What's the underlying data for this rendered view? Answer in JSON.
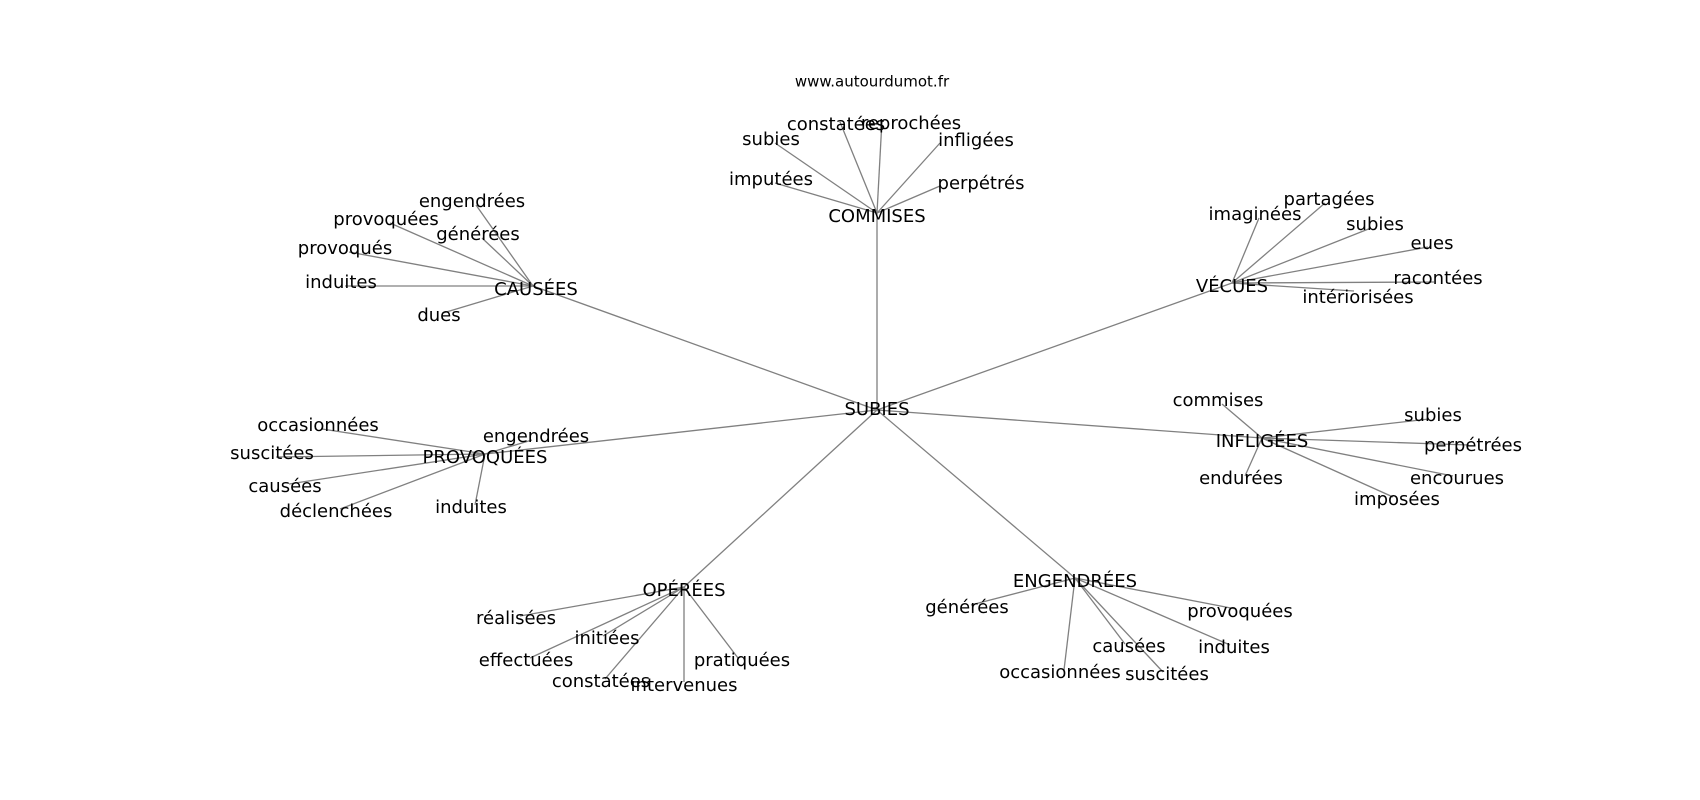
{
  "source": "www.autourdumot.fr",
  "center": "SUBIES",
  "clusters": [
    {
      "hub": "COMMISES",
      "leaves": [
        "constatées",
        "reprochées",
        "subies",
        "infligées",
        "imputées",
        "perpétrés"
      ]
    },
    {
      "hub": "CAUSÉES",
      "leaves": [
        "engendrées",
        "provoquées",
        "générées",
        "provoqués",
        "induites",
        "dues"
      ]
    },
    {
      "hub": "VÉCUES",
      "leaves": [
        "partagées",
        "imaginées",
        "subies",
        "eues",
        "racontées",
        "intériorisées"
      ]
    },
    {
      "hub": "PROVOQUÉES",
      "leaves": [
        "occasionnées",
        "engendrées",
        "suscitées",
        "causées",
        "déclenchées",
        "induites"
      ]
    },
    {
      "hub": "INFLIGÉES",
      "leaves": [
        "commises",
        "subies",
        "perpétrées",
        "endurées",
        "encourues",
        "imposées"
      ]
    },
    {
      "hub": "OPÉRÉES",
      "leaves": [
        "réalisées",
        "initiées",
        "effectuées",
        "pratiquées",
        "constatées",
        "intervenues"
      ]
    },
    {
      "hub": "ENGENDRÉES",
      "leaves": [
        "générées",
        "provoquées",
        "causées",
        "induites",
        "occasionnées",
        "suscitées"
      ]
    }
  ]
}
